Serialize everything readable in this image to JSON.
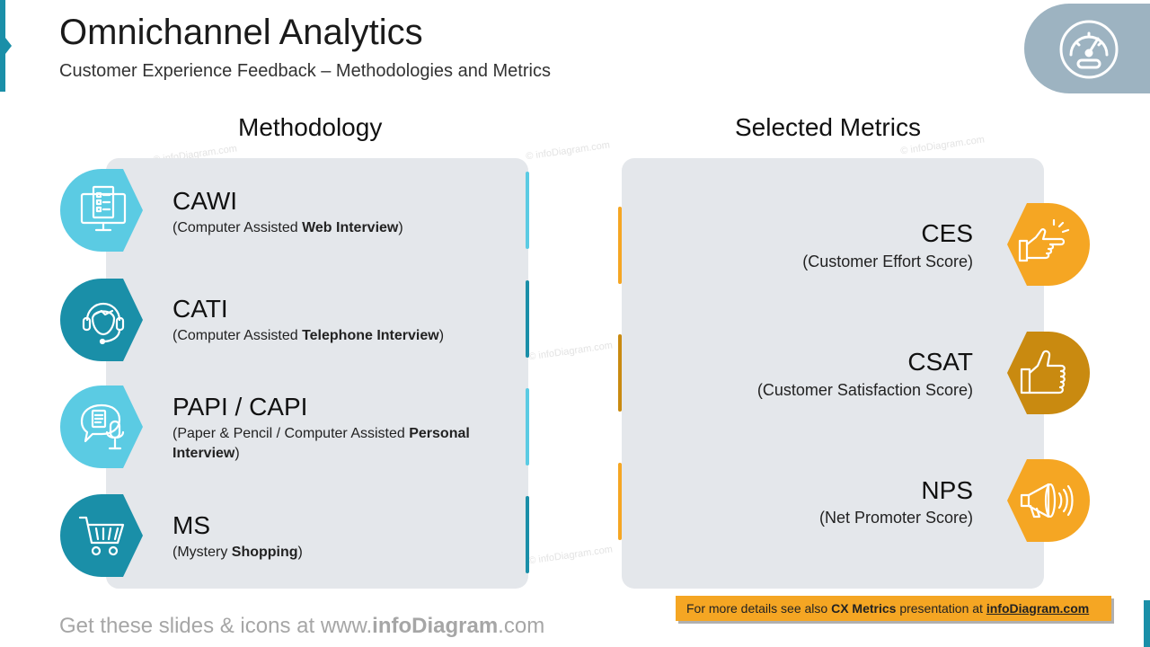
{
  "header": {
    "title": "Omnichannel Analytics",
    "subtitle": "Customer Experience Feedback – Methodologies and Metrics",
    "badge_icon": "speedometer-icon"
  },
  "methodology": {
    "heading": "Methodology",
    "items": [
      {
        "title": "CAWI",
        "sub_pre": "(Computer Assisted ",
        "sub_bold": "Web Interview",
        "sub_post": ")",
        "icon": "monitor-checklist-icon",
        "color": "#5bcbe3"
      },
      {
        "title": "CATI",
        "sub_pre": "(Computer Assisted ",
        "sub_bold": "Telephone Interview",
        "sub_post": ")",
        "icon": "headset-operator-icon",
        "color": "#1a8fa8"
      },
      {
        "title": "PAPI / CAPI",
        "sub_pre": "(Paper & Pencil / Computer Assisted ",
        "sub_bold": "Personal Interview",
        "sub_post": ")",
        "icon": "speech-microphone-icon",
        "color": "#5bcbe3"
      },
      {
        "title": "MS",
        "sub_pre": "(Mystery ",
        "sub_bold": "Shopping",
        "sub_post": ")",
        "icon": "shopping-cart-icon",
        "color": "#1a8fa8"
      }
    ]
  },
  "metrics": {
    "heading": "Selected Metrics",
    "items": [
      {
        "title": "CES",
        "sub": "(Customer Effort Score)",
        "icon": "pointing-hand-icon",
        "color": "#f5a623"
      },
      {
        "title": "CSAT",
        "sub": "(Customer Satisfaction Score)",
        "icon": "thumbs-up-icon",
        "color": "#c98a10"
      },
      {
        "title": "NPS",
        "sub": "(Net Promoter Score)",
        "icon": "megaphone-icon",
        "color": "#f5a623"
      }
    ]
  },
  "footer": {
    "pre": "Get these slides & icons at www.",
    "bold": "infoDiagram",
    "post": ".com"
  },
  "note": {
    "pre": "For more details see also ",
    "bold": "CX Metrics",
    "mid": " presentation at ",
    "link": "infoDiagram.com"
  },
  "watermark": "© infoDiagram.com",
  "colors": {
    "teal": "#1a8fa8",
    "light_blue": "#5bcbe3",
    "orange": "#f5a623",
    "dark_orange": "#c98a10",
    "panel": "#e4e7eb",
    "badge_gray": "#9db3c1"
  }
}
